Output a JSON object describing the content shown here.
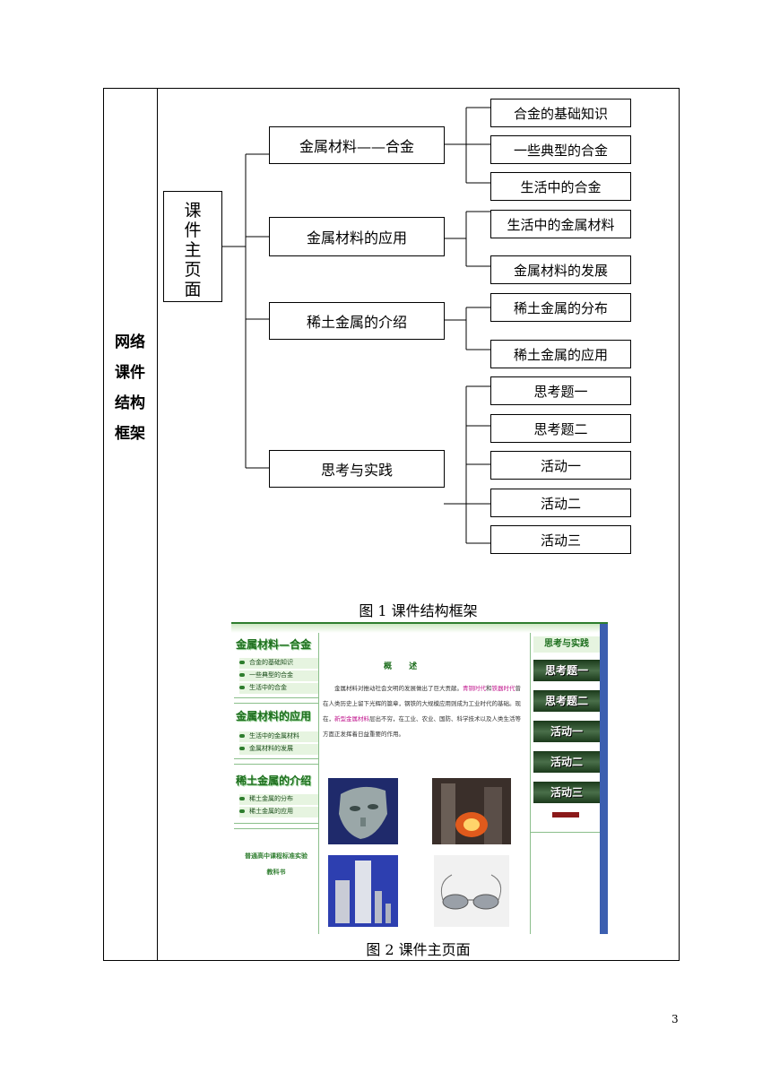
{
  "left_label": [
    "网络",
    "课件",
    "结构",
    "框架"
  ],
  "root_label": [
    "课",
    "件",
    "主",
    "页",
    "面"
  ],
  "level1": [
    "金属材料——合金",
    "金属材料的应用",
    "稀土金属的介绍",
    "思考与实践"
  ],
  "level2": {
    "alloy": [
      "合金的基础知识",
      "一些典型的合金",
      "生活中的合金"
    ],
    "application": [
      "生活中的金属材料",
      "金属材料的发展"
    ],
    "rare_earth": [
      "稀土金属的分布",
      "稀土金属的应用"
    ],
    "practice": [
      "思考题一",
      "思考题二",
      "活动一",
      "活动二",
      "活动三"
    ]
  },
  "caption1": "图 1 课件结构框架",
  "caption2": "图 2  课件主页面",
  "page_number": "3",
  "screenshot": {
    "sections": [
      {
        "title": "金属材料—合金",
        "items": [
          "合金的基础知识",
          "一些典型的合金",
          "生活中的合金"
        ]
      },
      {
        "title": "金属材料的应用",
        "items": [
          "生活中的金属材料",
          "金属材料的发展"
        ]
      },
      {
        "title": "稀土金属的介绍",
        "items": [
          "稀土金属的分布",
          "稀土金属的应用"
        ]
      }
    ],
    "left_tag": [
      "普通高中课程标准实验",
      "教科书"
    ],
    "main_title": "概  述",
    "main_text_1": "金属材料对推动社会文明的发展做出了巨大贡献。",
    "main_text_hl1": "青铜时代",
    "main_text_2": "和",
    "main_text_hl2": "铁器时代",
    "main_text_3": "曾在人类历史上留下光辉的篇章，钢铁的大规模应用则成为工业时代的基础。现在，",
    "main_text_hl3": "新型金属材料",
    "main_text_4": "层出不穷，在工业、农业、国防、科学技术以及人类生活等方面正发挥着日益重要的作用。",
    "right_head": "思考与实践",
    "right_buttons": [
      "思考题一",
      "思考题二",
      "活动一",
      "活动二",
      "活动三"
    ]
  }
}
